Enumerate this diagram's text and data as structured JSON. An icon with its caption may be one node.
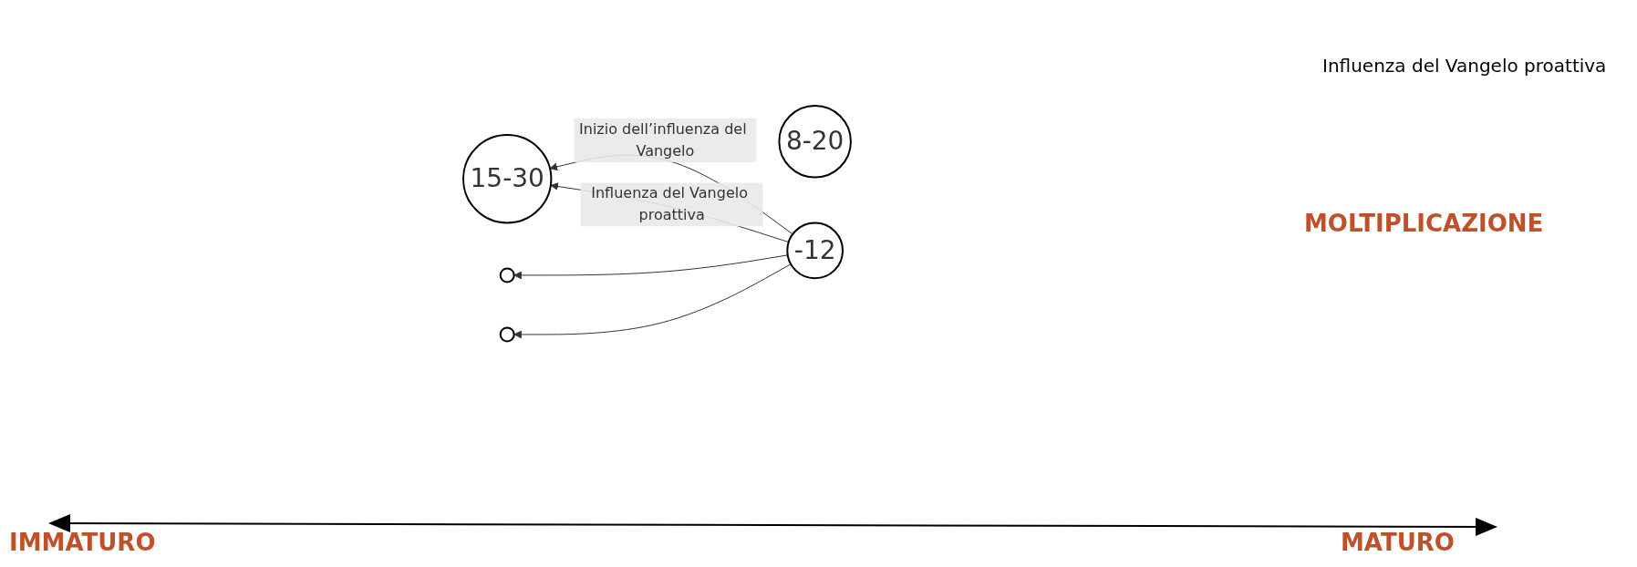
{
  "diagram": {
    "nodes": [
      {
        "text": [
          "15-30"
        ]
      },
      {
        "text": [
          "8-20"
        ]
      },
      {
        "text": [
          "-12"
        ]
      },
      {
        "text": [],
        "shape": "circle"
      },
      {
        "text": [],
        "shape": "circle"
      }
    ],
    "edges": [
      {
        "from": 2,
        "to": 0,
        "arrow": "to",
        "label": "Inizio dell’influenza del Vangelo"
      },
      {
        "from": 2,
        "to": 0,
        "arrow": "to",
        "label": "Influenza del Vangelo proattiva"
      },
      {
        "from": 2,
        "to": 3,
        "arrow": "to"
      },
      {
        "from": 2,
        "to": 4,
        "arrow": "to"
      }
    ],
    "labels": [
      "Influenza del Vangelo proattiva",
      "MOLTIPLICAZIONE",
      "IMMATURO",
      "MATURO"
    ]
  }
}
